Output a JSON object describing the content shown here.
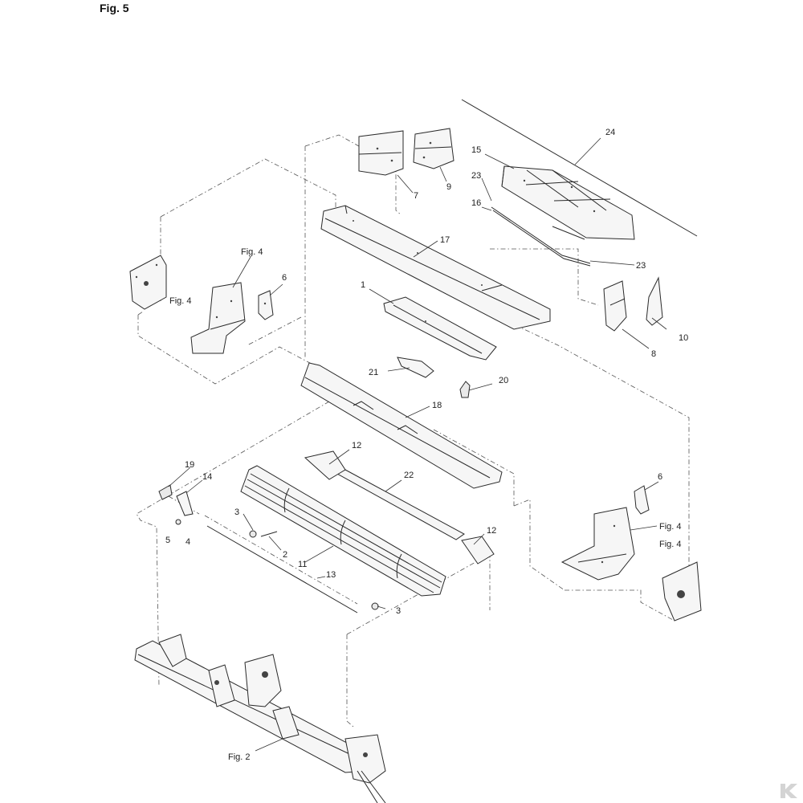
{
  "figure": {
    "title": "Fig. 5"
  },
  "labels": {
    "l1": "1",
    "l2": "2",
    "l3a": "3",
    "l3b": "3",
    "l4": "4",
    "l5": "5",
    "l6a": "6",
    "l6b": "6",
    "l7": "7",
    "l8": "8",
    "l9": "9",
    "l10": "10",
    "l11": "11",
    "l12a": "12",
    "l12b": "12",
    "l13": "13",
    "l14": "14",
    "l15": "15",
    "l16": "16",
    "l17": "17",
    "l18": "18",
    "l19": "19",
    "l20": "20",
    "l21": "21",
    "l22": "22",
    "l23a": "23",
    "l23b": "23",
    "l24": "24"
  },
  "references": {
    "fig4_left_a": "Fig. 4",
    "fig4_left_b": "Fig. 4",
    "fig4_right_a": "Fig. 4",
    "fig4_right_b": "Fig. 4",
    "fig2": "Fig. 2"
  },
  "icons": {
    "brand_logo": "brand-logo-icon"
  }
}
